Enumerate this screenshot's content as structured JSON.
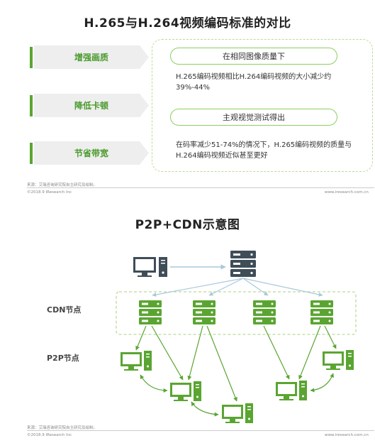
{
  "section1": {
    "title": "H.265与H.264视频编码标准的对比",
    "labels": [
      "增强画质",
      "降低卡顿",
      "节省带宽"
    ],
    "pill1": "在相同图像质量下",
    "para1": "H.265编码视频相比H.264编码视频的大小减少约39%-44%",
    "pill2": "主观视觉测试得出",
    "para2": "在码率减少51-74%的情况下，H.265编码视频的质量与H.264编码视频近似甚至更好",
    "source": "来源：艾瑞咨询研究院自主研究及绘制。",
    "copyright": "©2018.9 iResearch Inc",
    "website": "www.iresearch.com.cn"
  },
  "section2": {
    "title": "P2P+CDN示意图",
    "cdn_label": "CDN节点",
    "p2p_label": "P2P节点",
    "source": "来源：艾瑞咨询研究院自主研究及绘制。",
    "copyright": "©2018.9 iResearch Inc",
    "website": "www.iresearch.com.cn"
  },
  "colors": {
    "green": "#5aa532",
    "dark": "#3f4d57",
    "arrow": "#a9c8dc"
  },
  "icons": [
    "computer-icon",
    "server-icon"
  ]
}
